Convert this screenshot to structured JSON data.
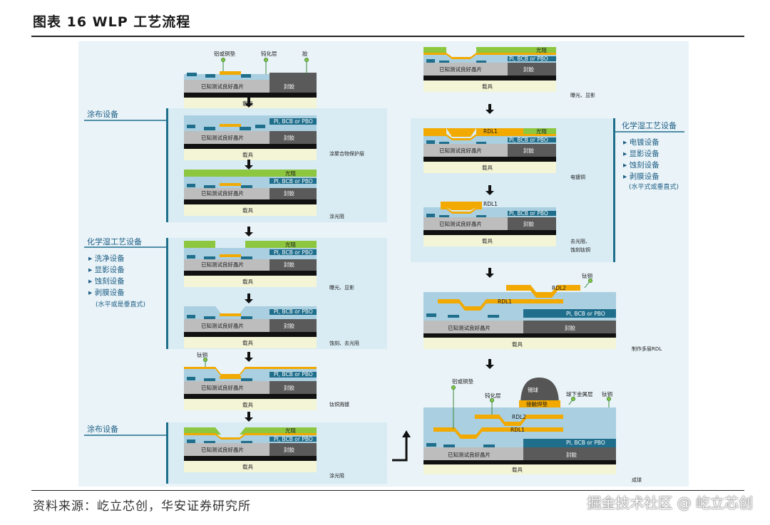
{
  "page_title": "图表 16 WLP 工艺流程",
  "source": "资料来源：屹立芯创，华安证券研究所",
  "watermark": "掘金技术社区 @ 屹立芯创",
  "colors": {
    "figure_bg": "#e9f3f8",
    "panel_bg": "#d9ecf4",
    "teal_bar": "#1f6e8c",
    "copper": "#f2a900",
    "photoresist": "#8dc63f",
    "dielectric": "#a9cfe0",
    "die": "#bdbdbd",
    "mold": "#5a5a5a",
    "carrier": "#f3f5d6",
    "solder": "#555555"
  },
  "layers": {
    "die": "已知测试良好晶片",
    "mold": "封胶",
    "carrier": "载具",
    "dielectric": "PI, BCB or PBO",
    "photoresist": "光阻",
    "rdl1": "RDL1",
    "rdl2": "RDL2",
    "solder_ball": "锡球",
    "contact_pad": "接触焊垫"
  },
  "callouts": {
    "al_cu_pad": "铝或铜垫",
    "passivation": "钝化层",
    "glue": "胶",
    "ti_cu": "钛铜",
    "ubm": "球下金属层"
  },
  "steps": [
    "涂聚合物保护层",
    "涂光阻",
    "曝光、显影",
    "蚀刻、去光阻",
    "钛铜溅镀",
    "涂光阻",
    "曝光、显影",
    "电镀铜",
    "去光阻、",
    "蚀刻钛铜",
    "制作多层RDL",
    "成球"
  ],
  "equipment": {
    "coating_1": "涂布设备",
    "coating_2": "涂布设备",
    "wet_left": {
      "title": "化学湿工艺设备",
      "items": [
        "▸ 洗净设备",
        "▸ 显影设备",
        "▸ 蚀刻设备",
        "▸ 剥膜设备"
      ],
      "note": "(水平或是垂直式)"
    },
    "wet_right": {
      "title": "化学湿工艺设备",
      "items": [
        "▸ 电镀设备",
        "▸ 显影设备",
        "▸ 蚀刻设备",
        "▸ 剥膜设备"
      ],
      "note": "(水平式或垂直式)"
    }
  }
}
